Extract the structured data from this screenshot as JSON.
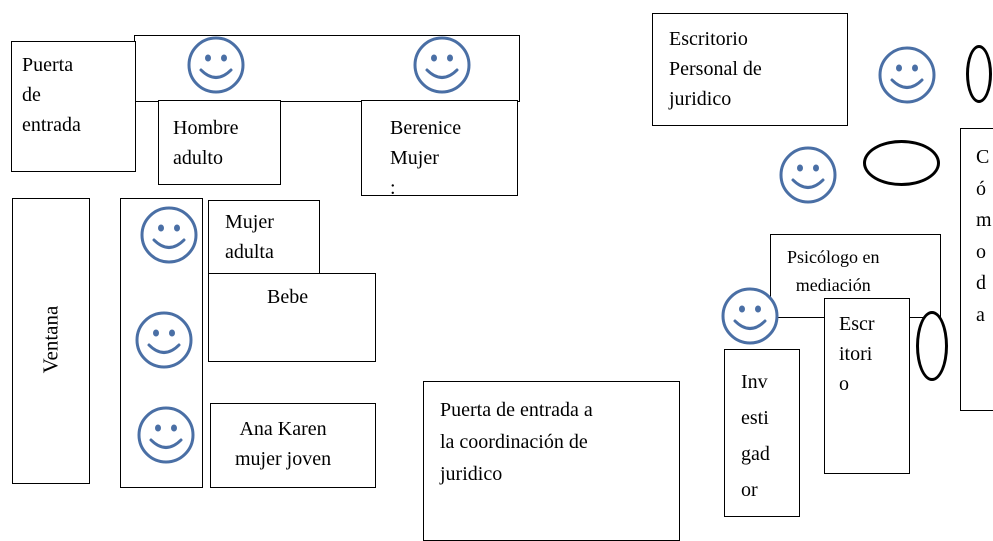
{
  "labels": {
    "puerta_entrada": "Puerta\nde\nentrada",
    "hombre_adulto": "Hombre\nadulto",
    "berenice": "Berenice\nMujer\n:",
    "escritorio_juridico": "Escritorio\nPersonal de\njuridico",
    "ventana": "Ventana",
    "mujer_adulta": "Mujer\nadulta",
    "bebe": "Bebe",
    "ana_karen": "Ana Karen\nmujer joven",
    "puerta_coordinacion": "Puerta de entrada a\nla coordinación de\njuridico",
    "psicologo": "Psicólogo en\nmediación",
    "escritorio_small": "Escr\nitori\no",
    "investigador": "Inv\nesti\ngad\nor",
    "comoda": "C\nó\nm\no\nd\na"
  },
  "colors": {
    "smiley": "#4a6fa5",
    "stroke": "#000000"
  },
  "icons": [
    "smiley-face-icon",
    "oval-table-icon"
  ]
}
